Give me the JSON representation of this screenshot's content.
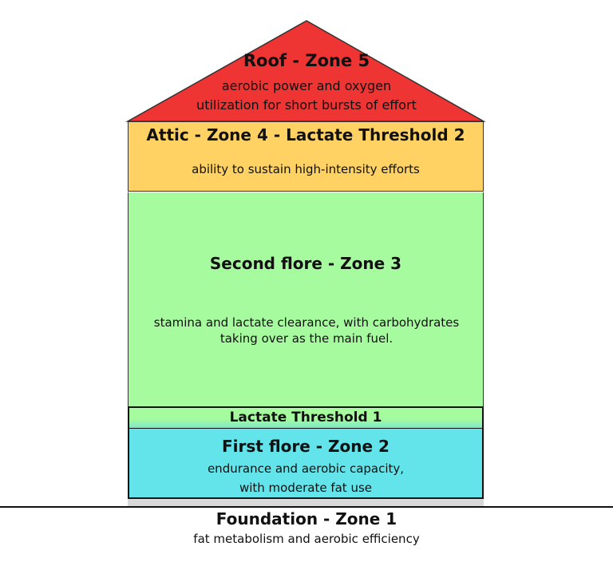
{
  "colors": {
    "roof": "#ef3434",
    "attic": "#ffd263",
    "second_floor": "#a6fb9e",
    "first_floor": "#62e4ea",
    "foundation": "#d9d9d9"
  },
  "roof": {
    "title": "Roof - Zone 5",
    "description_line1": "aerobic power and oxygen",
    "description_line2": "utilization for short bursts of effort"
  },
  "attic": {
    "title": "Attic - Zone 4 - Lactate Threshold 2",
    "description": "ability to sustain high-intensity efforts"
  },
  "second_floor": {
    "title": "Second flore - Zone 3",
    "description_line1": "stamina and lactate clearance, with carbohydrates",
    "description_line2": "taking over as the main fuel."
  },
  "threshold": {
    "label": "Lactate Threshold 1"
  },
  "first_floor": {
    "title": "First flore - Zone 2",
    "description_line1": "endurance and aerobic capacity,",
    "description_line2": "with moderate fat use"
  },
  "foundation": {
    "title": "Foundation - Zone 1",
    "description": "fat metabolism and aerobic efficiency"
  }
}
